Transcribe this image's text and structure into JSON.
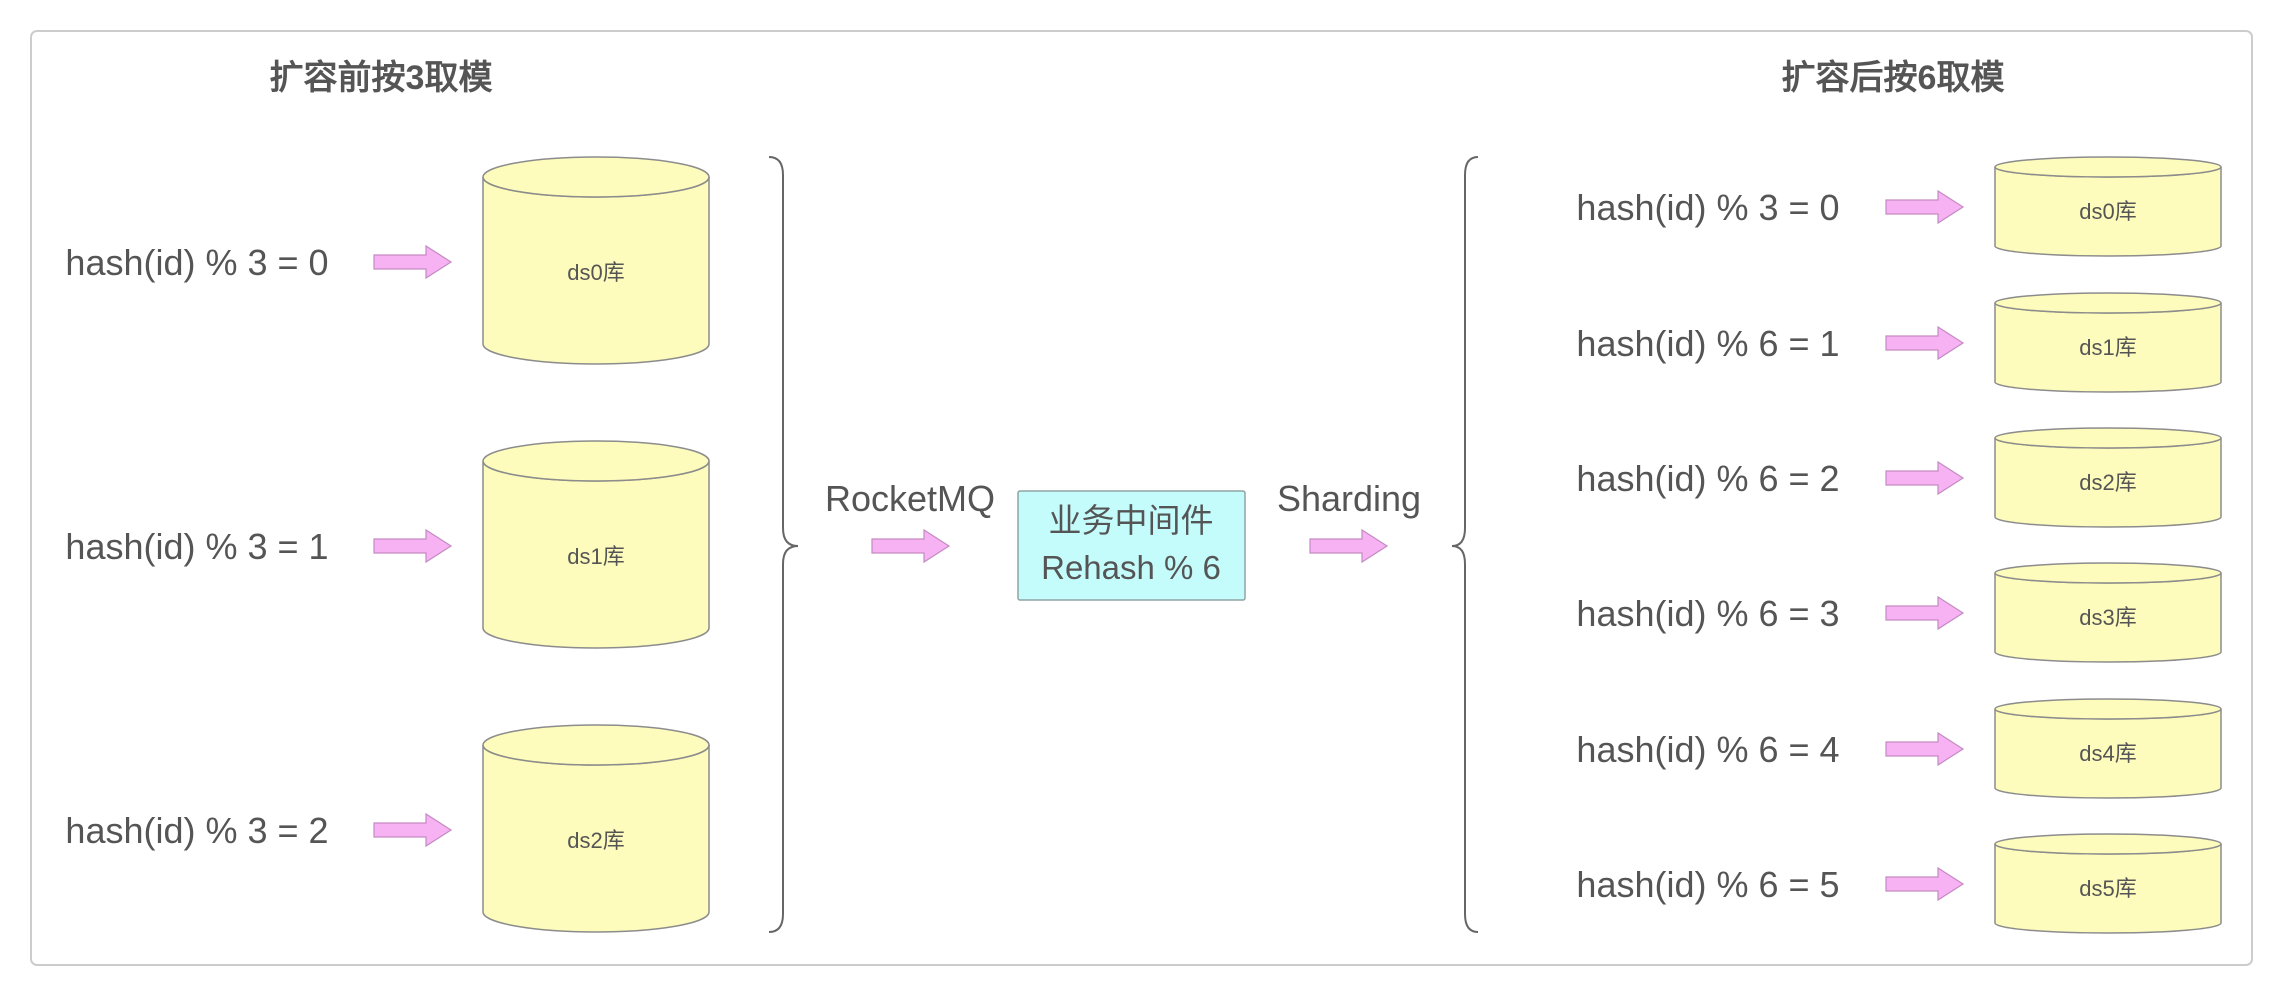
{
  "before": {
    "title": "扩容前按3取模",
    "rows": [
      {
        "rule": "hash(id) % 3 = 0",
        "db": "ds0库"
      },
      {
        "rule": "hash(id) % 3 = 1",
        "db": "ds1库"
      },
      {
        "rule": "hash(id) % 3 = 2",
        "db": "ds2库"
      }
    ]
  },
  "middleware": {
    "source_label": "RocketMQ",
    "box_line1": "业务中间件",
    "box_line2": "Rehash % 6",
    "target_label": "Sharding"
  },
  "after": {
    "title": "扩容后按6取模",
    "rows": [
      {
        "rule": "hash(id) % 3 = 0",
        "db": "ds0库"
      },
      {
        "rule": "hash(id) % 6 = 1",
        "db": "ds1库"
      },
      {
        "rule": "hash(id) % 6 = 2",
        "db": "ds2库"
      },
      {
        "rule": "hash(id) % 6 = 3",
        "db": "ds3库"
      },
      {
        "rule": "hash(id) % 6 = 4",
        "db": "ds4库"
      },
      {
        "rule": "hash(id) % 6 = 5",
        "db": "ds5库"
      }
    ]
  },
  "colors": {
    "text": "#555555",
    "cylinder_fill": "#fdfcbc",
    "cylinder_stroke": "#8c8c8c",
    "arrow_fill": "#f6b2f3",
    "arrow_stroke": "#c58ac2",
    "middleware_box_fill": "#c4fcfc",
    "middleware_box_stroke": "#8fa3a3",
    "brace_stroke": "#666666",
    "frame_stroke": "#cccccc"
  }
}
